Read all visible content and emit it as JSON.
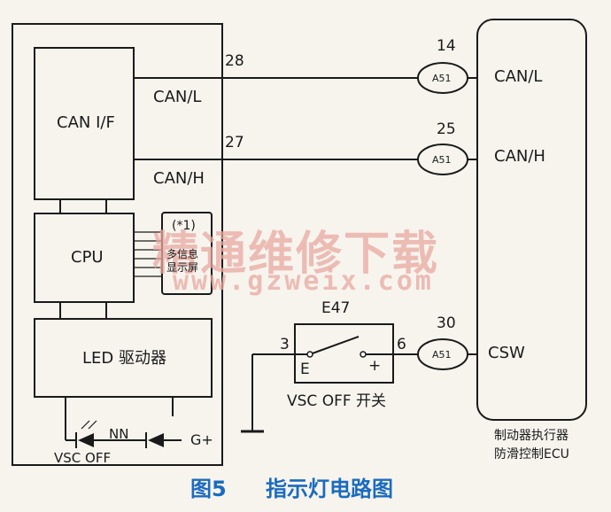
{
  "diagram": {
    "caption_fig": "图5",
    "caption_title": "指示灯电路图",
    "left_unit": {
      "can_if": "CAN I/F",
      "cpu": "CPU",
      "led_driver": "LED 驱动器",
      "note": "(*1)",
      "info_display": "多信息\n显示屏",
      "lamp": "VSC OFF",
      "diode": "NN",
      "ground_supply": "G+"
    },
    "wires": [
      {
        "pin_left": "28",
        "signal": "CAN/L",
        "pin_right": "14",
        "connector": "A51",
        "ecu_pin": "CAN/L"
      },
      {
        "pin_left": "27",
        "signal": "CAN/H",
        "pin_right": "25",
        "connector": "A51",
        "ecu_pin": "CAN/H"
      },
      {
        "pin_right": "30",
        "connector": "A51",
        "ecu_pin": "CSW"
      }
    ],
    "switch": {
      "id": "E47",
      "pin_e_num": "3",
      "pin_e": "E",
      "pin_plus_num": "6",
      "pin_plus": "+",
      "label": "VSC OFF 开关"
    },
    "ecu": {
      "line1": "制动器执行器",
      "line2": "防滑控制ECU"
    },
    "watermark": {
      "cn": "精通维修下载",
      "url": "www.gzweix.com"
    }
  }
}
